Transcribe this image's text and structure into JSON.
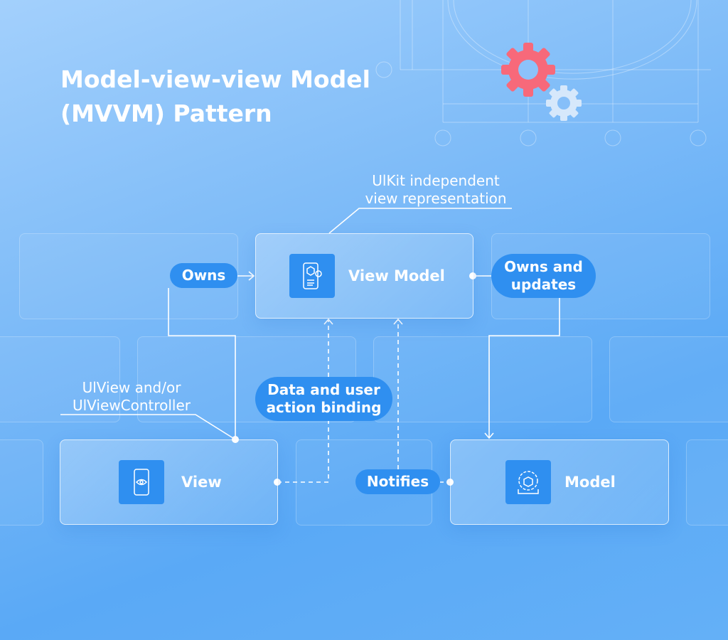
{
  "title": {
    "line1": "Model-view-view Model",
    "line2": "(MVVM) Pattern"
  },
  "nodes": {
    "view_model": {
      "label": "View Model",
      "icon": "phone-cube-icon"
    },
    "view": {
      "label": "View",
      "icon": "phone-eye-icon"
    },
    "model": {
      "label": "Model",
      "icon": "gear-cube-icon"
    }
  },
  "edges": {
    "owns": "Owns",
    "owns_and_updates": {
      "line1": "Owns and",
      "line2": "updates"
    },
    "data_binding": {
      "line1": "Data and user",
      "line2": "action binding"
    },
    "notifies": "Notifies"
  },
  "annotations": {
    "view_model_note": {
      "line1": "UlKit independent",
      "line2": "view representation"
    },
    "view_note": {
      "line1": "UlView and/or",
      "line2": "UlViewController"
    }
  },
  "colors": {
    "accent": "#2f8ff0",
    "gear_red": "#f7697a",
    "gear_light": "#d6e8fb"
  }
}
